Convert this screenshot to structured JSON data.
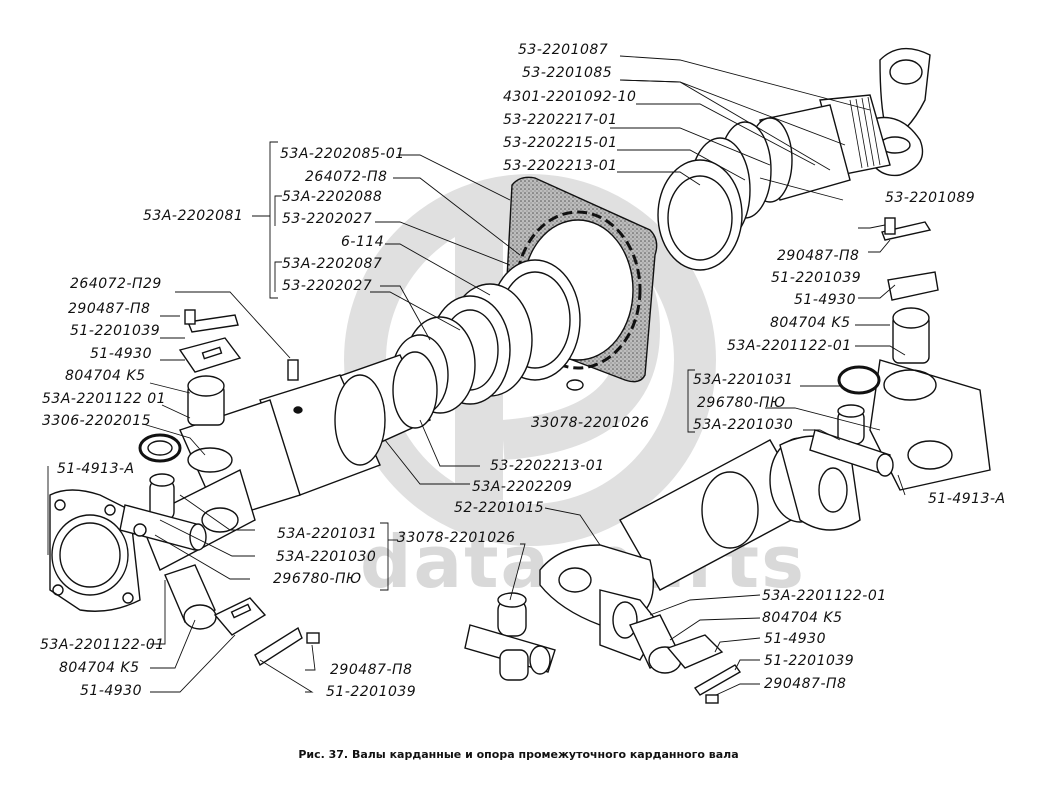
{
  "diagram": {
    "title": "Рис. 37. Валы карданные и опора промежуточного карданного вала",
    "watermark": "data-parts",
    "colors": {
      "ink": "#111111",
      "watermark": "#d9d9d9",
      "background": "#ffffff",
      "stipple": "#6a6a6a"
    },
    "labels": {
      "top_right": [
        "53-2201087",
        "53-2201085",
        "4301-2201092-10",
        "53-2202217-01",
        "53-2202215-01",
        "53-2202213-01",
        "53-2201089"
      ],
      "support_group": {
        "parent": "53A-2202081",
        "children": [
          "53A-2202085-01",
          "264072-П8",
          "53A-2202088",
          "53-2202027",
          "6-114",
          "53A-2202087",
          "53-2202027"
        ]
      },
      "left_column": [
        "264072-П29",
        "290487-П8",
        "51-2201039",
        "51-4930",
        "804704 K5",
        "53A-2201122 01",
        "3306-2202015",
        "51-4913-A"
      ],
      "right_column": [
        "290487-П8",
        "51-2201039",
        "51-4930",
        "804704 K5",
        "53A-2201122-01"
      ],
      "right_joint_group": [
        "53A-2201031",
        "296780-ПЮ",
        "53A-2201030"
      ],
      "right_flange": "51-4913-A",
      "center": [
        "33078-2201026",
        "53-2202213-01",
        "53A-2202209",
        "52-2201015"
      ],
      "left_joint_group": {
        "children": [
          "53A-2201031",
          "53A-2201030",
          "296780-ПЮ"
        ],
        "parent": "33078-2201026"
      },
      "bottom_left": [
        "53A-2201122-01",
        "804704 K5",
        "51-4930",
        "290487-П8",
        "51-2201039"
      ],
      "bottom_right": [
        "53A-2201122-01",
        "804704 K5",
        "51-4930",
        "51-2201039",
        "290487-П8"
      ]
    }
  }
}
